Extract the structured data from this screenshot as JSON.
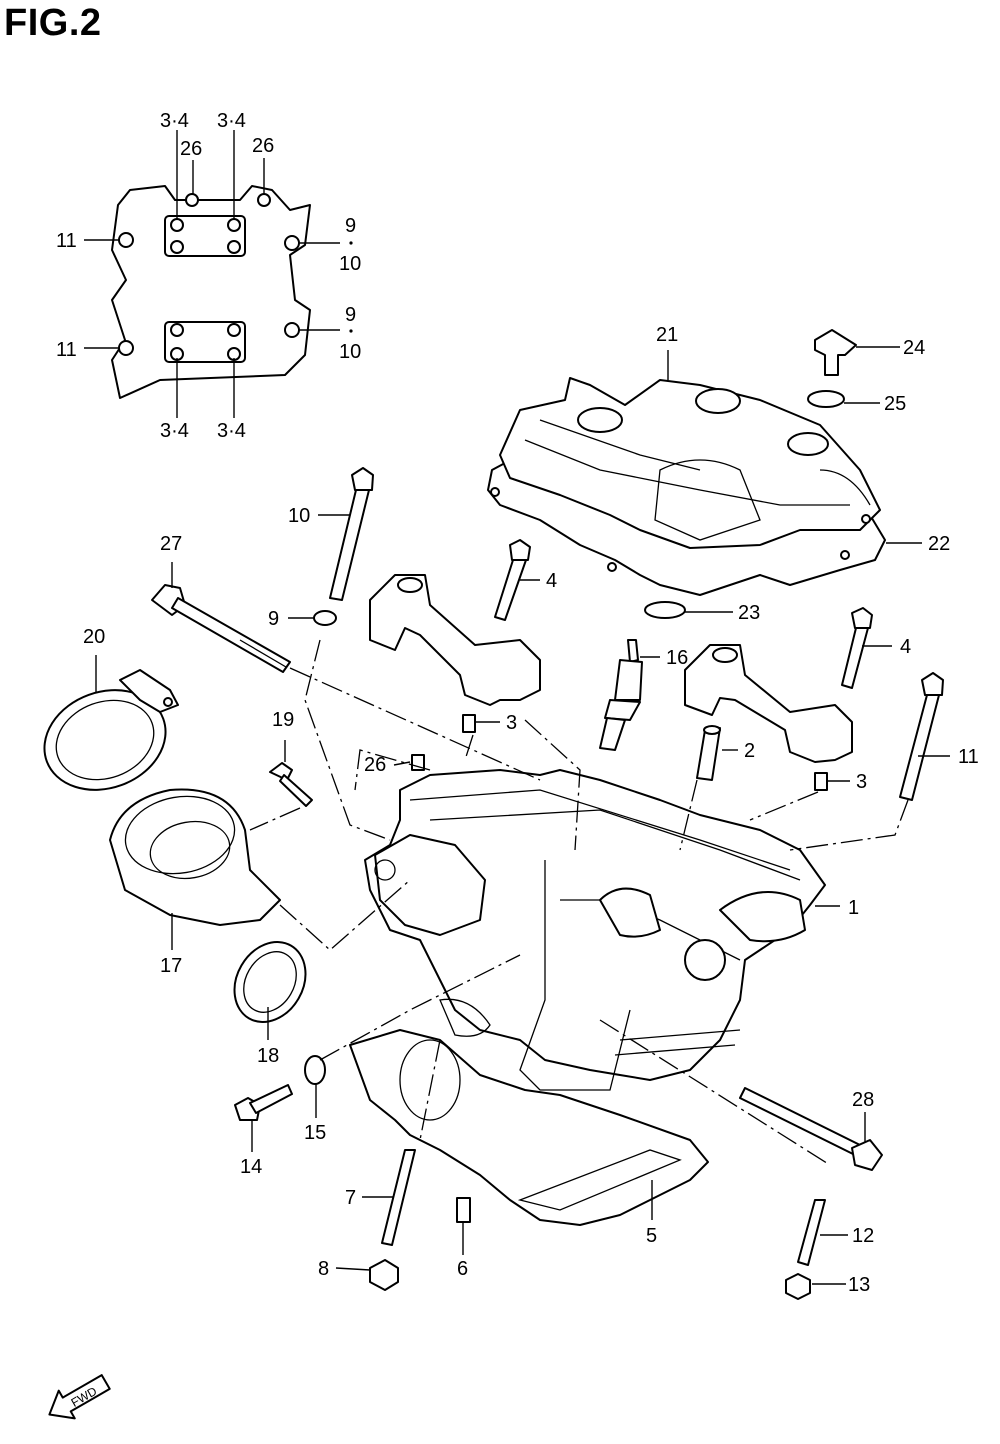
{
  "figure": {
    "title": "FIG.2"
  },
  "inset": {
    "labels": {
      "tl_top": "3·4",
      "tr_top": "3·4",
      "tl_26": "26",
      "tr_26": "26",
      "left_11_a": "11",
      "left_11_b": "11",
      "right_9_a": "9",
      "right_10_a": "10",
      "right_9_b": "9",
      "right_10_b": "10",
      "bl_bottom": "3·4",
      "br_bottom": "3·4"
    }
  },
  "callouts": {
    "c1": "1",
    "c2": "2",
    "c3a": "3",
    "c3b": "3",
    "c4a": "4",
    "c4b": "4",
    "c5": "5",
    "c6": "6",
    "c7": "7",
    "c8": "8",
    "c9": "9",
    "c10": "10",
    "c11": "11",
    "c12": "12",
    "c13": "13",
    "c14": "14",
    "c15": "15",
    "c16": "16",
    "c17": "17",
    "c18": "18",
    "c19": "19",
    "c20": "20",
    "c21": "21",
    "c22": "22",
    "c23": "23",
    "c24": "24",
    "c25": "25",
    "c26": "26",
    "c27": "27",
    "c28": "28"
  },
  "direction_indicator": {
    "label": "FWD"
  }
}
